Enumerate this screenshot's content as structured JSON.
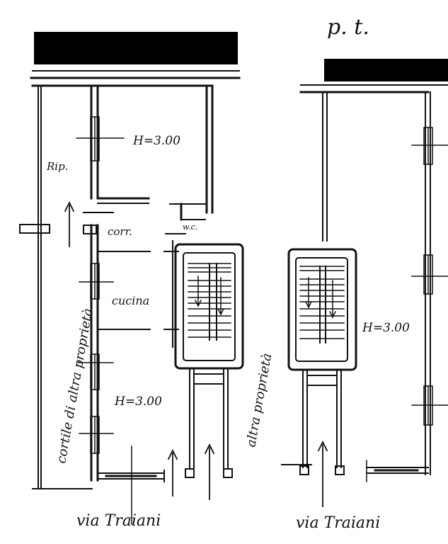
{
  "floor_label": "p. t.",
  "left_plan": {
    "rooms": [
      {
        "key": "top_room",
        "label": "H=3.00"
      },
      {
        "key": "ripostiglio",
        "label": "Rip."
      },
      {
        "key": "corridor",
        "label": "corr."
      },
      {
        "key": "wc",
        "label": "w.c."
      },
      {
        "key": "kitchen",
        "label": "cucina"
      },
      {
        "key": "bottom_room",
        "label": "H=3.00"
      }
    ],
    "side_label": "cortile di altra proprietà",
    "street_label": "via Traiani"
  },
  "right_plan": {
    "room_label": "H=3.00",
    "side_label": "altra proprietà",
    "street_label": "via Traiani"
  },
  "colors": {
    "ink": "#111111",
    "redaction": "#000000",
    "paper": "#ffffff"
  }
}
